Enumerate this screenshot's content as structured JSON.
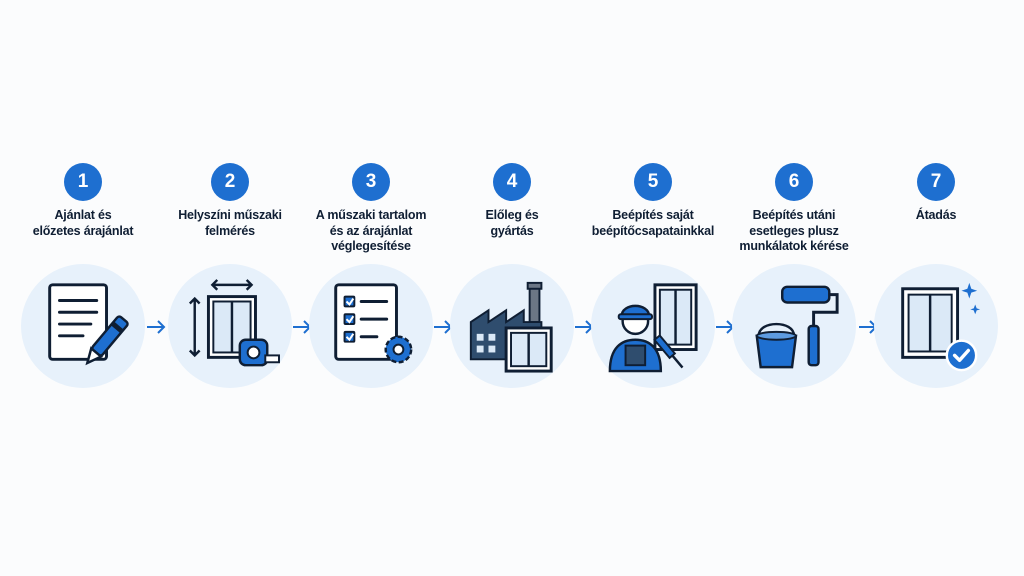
{
  "steps": [
    {
      "number": "1",
      "label": "Ajánlat és\nelőzetes árajánlat"
    },
    {
      "number": "2",
      "label": "Helyszíni műszaki\nfelmérés"
    },
    {
      "number": "3",
      "label": "A műszaki tartalom\nés az árajánlat\nvéglegesítése"
    },
    {
      "number": "4",
      "label": "Előleg és\ngyártás"
    },
    {
      "number": "5",
      "label": "Beépítés saját\nbeépítőcsapatainkkal"
    },
    {
      "number": "6",
      "label": "Beépítés utáni\nesetleges plusz\nmunkálatok kérése"
    },
    {
      "number": "7",
      "label": "Átadás"
    }
  ],
  "icons": [
    "document-pen-icon",
    "window-measuring-tape-icon",
    "checklist-gear-icon",
    "factory-window-icon",
    "installer-worker-icon",
    "paint-bucket-roller-icon",
    "window-checkmark-icon"
  ],
  "colors": {
    "accent": "#1e6fd0",
    "dark_navy": "#0f1e33",
    "circle_bg": "#e7f1fb"
  }
}
